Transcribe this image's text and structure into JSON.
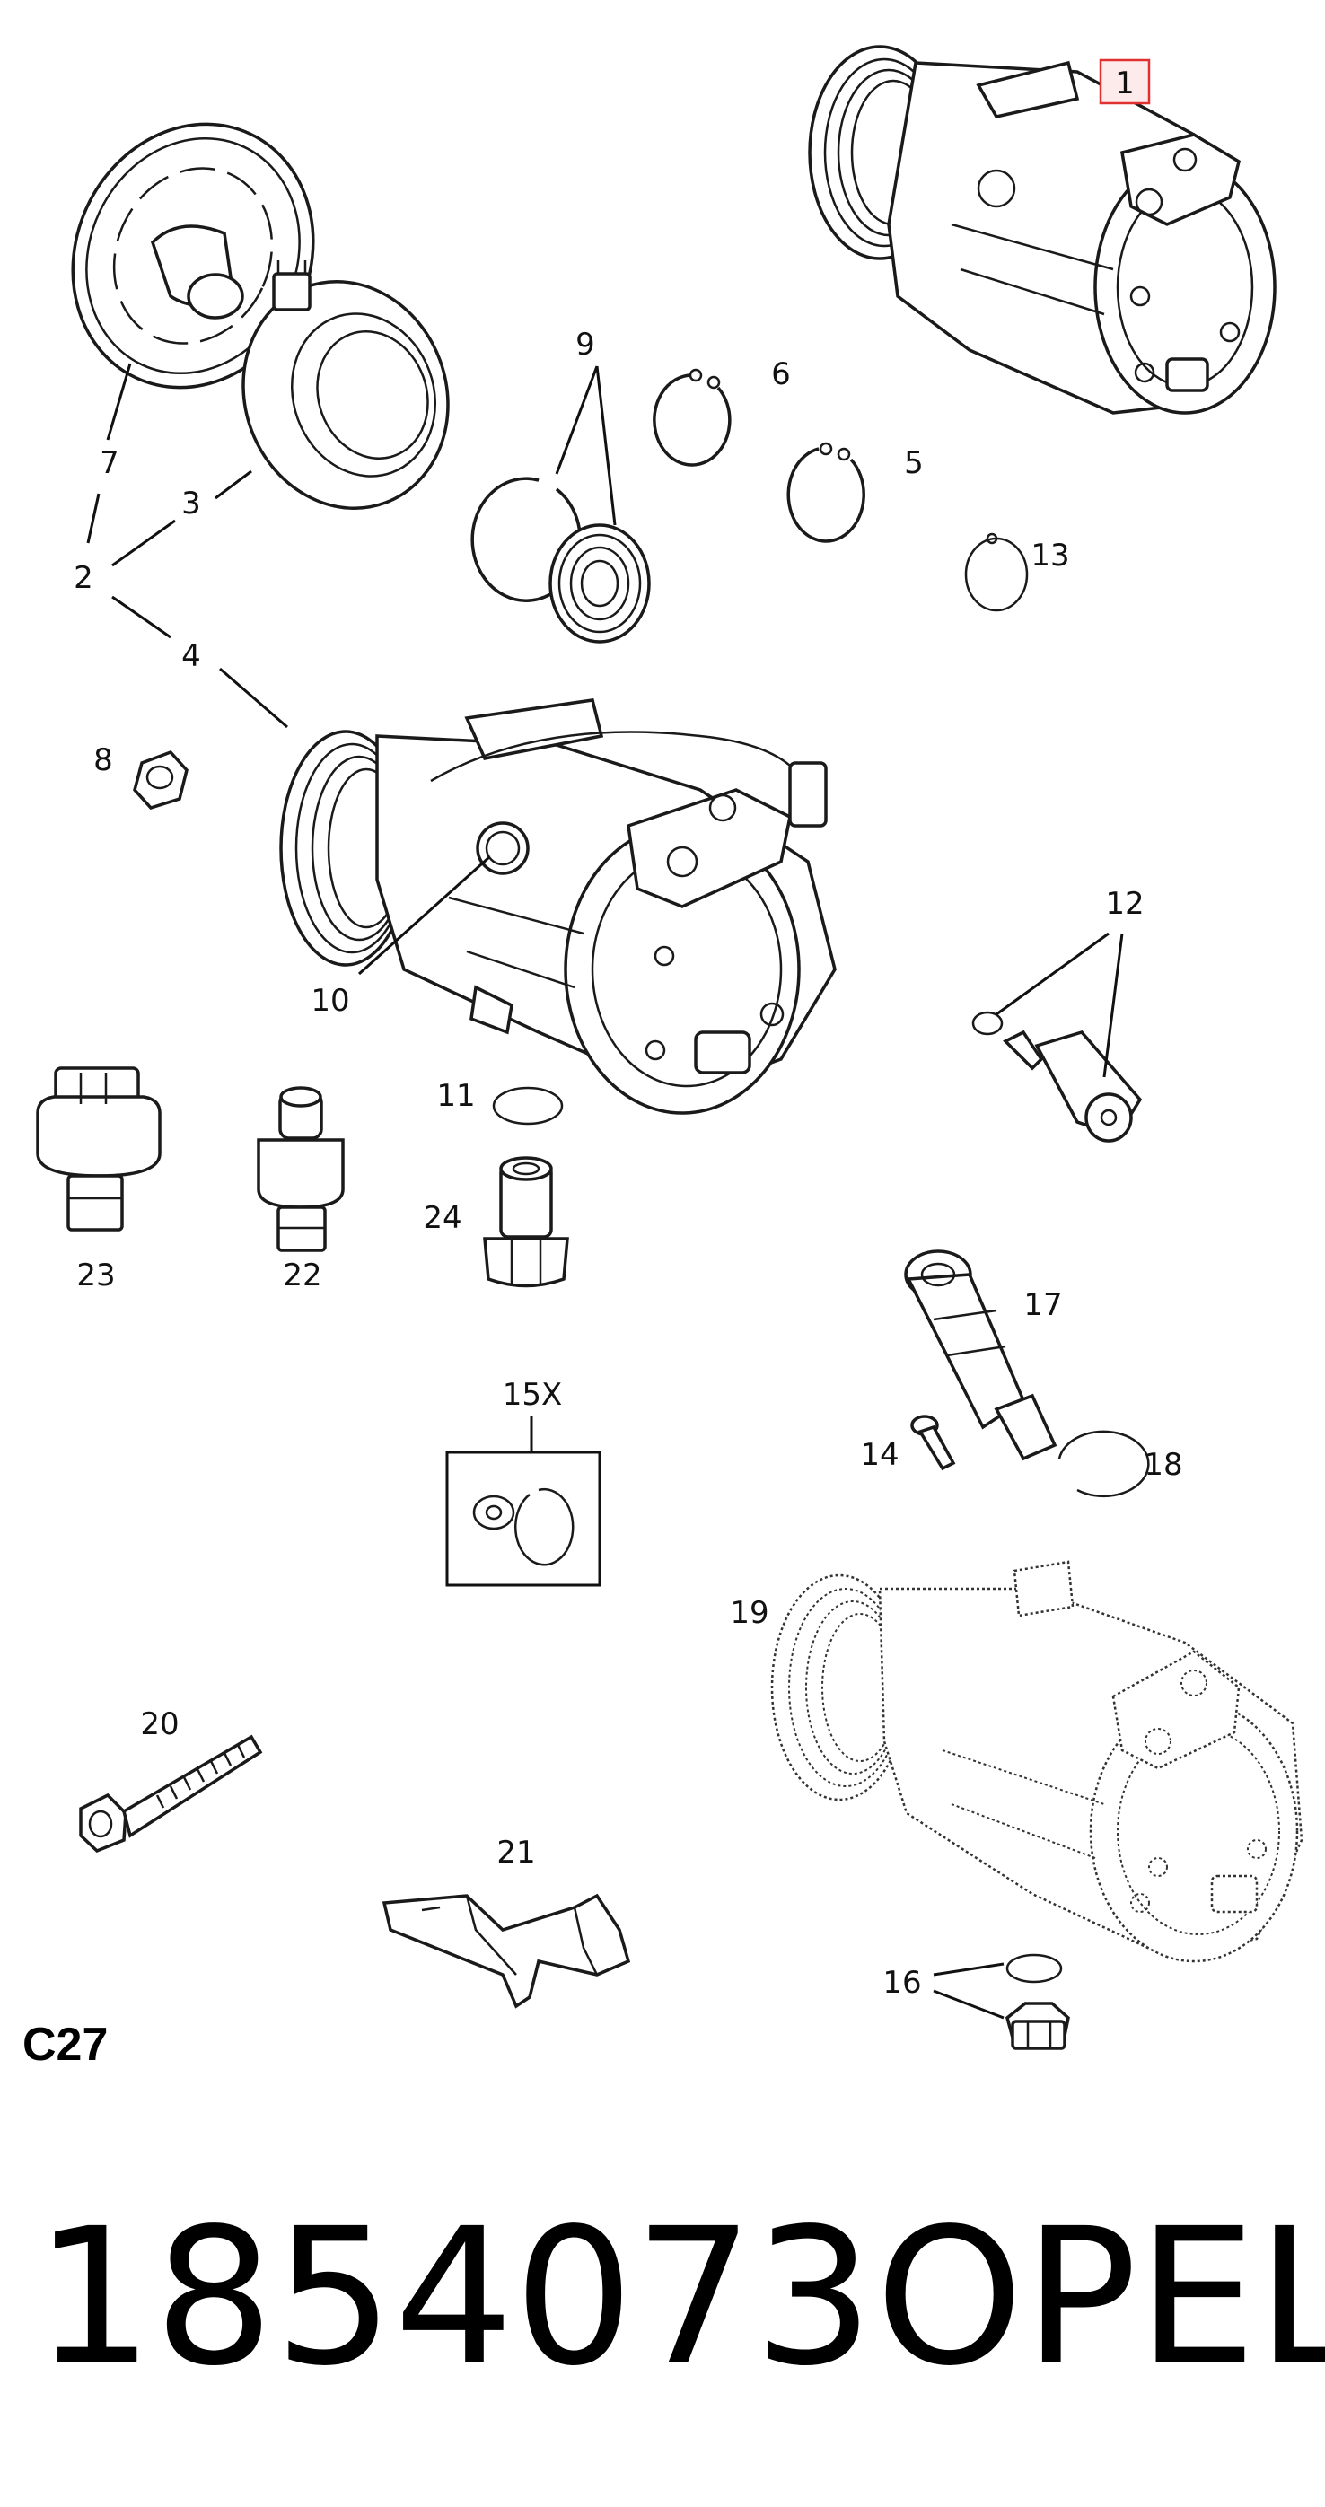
{
  "labels": {
    "p1": "1",
    "p2": "2",
    "p3": "3",
    "p4": "4",
    "p5": "5",
    "p6": "6",
    "p7": "7",
    "p8": "8",
    "p9": "9",
    "p10": "10",
    "p11": "11",
    "p12": "12",
    "p13": "13",
    "p14": "14",
    "p15x": "15X",
    "p16": "16",
    "p17": "17",
    "p18": "18",
    "p19": "19",
    "p20": "20",
    "p21": "21",
    "p22": "22",
    "p23": "23",
    "p24": "24"
  },
  "section": "C27",
  "part_number": "1854073",
  "brand": "OPEL",
  "colors": {
    "highlight_border": "#e03030",
    "highlight_fill": "#fdeaea",
    "line": "#111111"
  }
}
